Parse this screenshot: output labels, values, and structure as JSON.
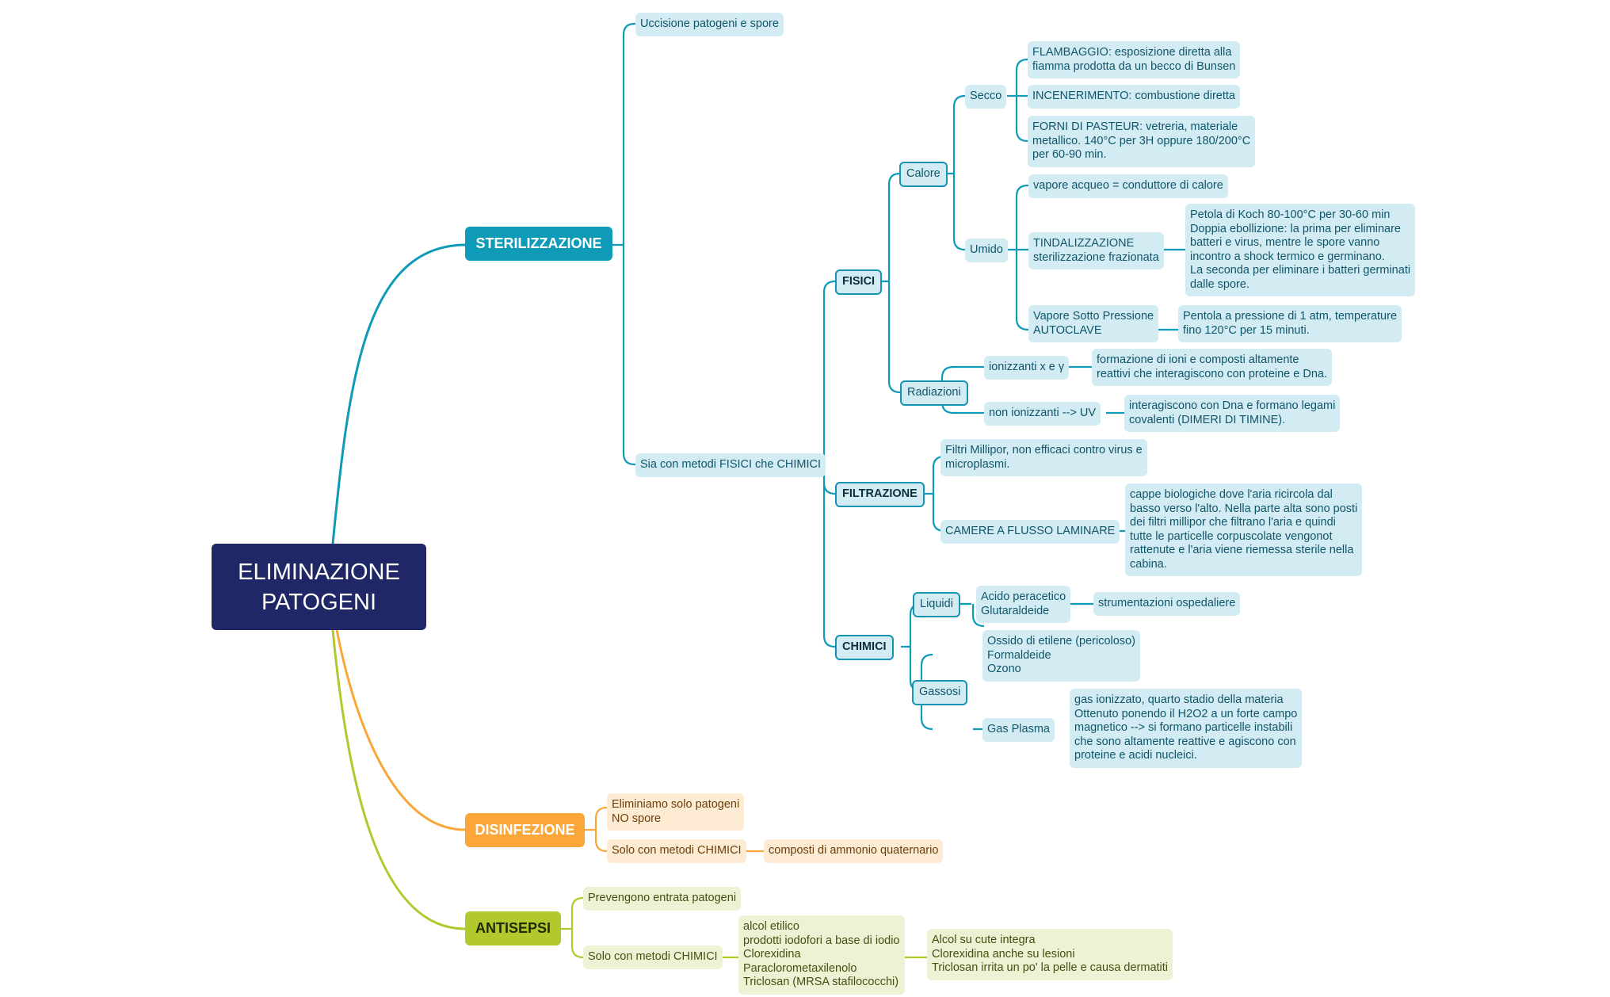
{
  "root": {
    "title": "ELIMINAZIONE PATOGENI"
  },
  "colors": {
    "root": "#1f2767",
    "sterilizzazione": "#0f9bb8",
    "disinfezione": "#faa638",
    "antisepsi": "#b2c82c"
  },
  "sterilizzazione": {
    "label": "STERILIZZAZIONE",
    "uccisione": "Uccisione patogeni e spore",
    "metodi": "Sia con metodi FISICI che CHIMICI",
    "fisici": {
      "label": "FISICI",
      "calore": {
        "label": "Calore",
        "secco": {
          "label": "Secco",
          "flambaggio": [
            "FLAMBAGGIO: esposizione diretta alla",
            "fiamma prodotta da un becco di Bunsen"
          ],
          "incenerimento": "INCENERIMENTO: combustione diretta",
          "forni": [
            "FORNI DI PASTEUR: vetreria, materiale",
            "metallico. 140°C per 3H oppure 180/200°C",
            "per 60-90 min."
          ]
        },
        "umido": {
          "label": "Umido",
          "vapore": "vapore acqueo = conduttore di calore",
          "tindalizzazione": [
            "TINDALIZZAZIONE",
            "sterilizzazione frazionata"
          ],
          "tindalizzazione_desc": [
            "Petola di Koch 80-100°C per 30-60 min",
            "Doppia ebollizione: la prima per eliminare",
            "batteri e virus, mentre le spore vanno",
            "incontro a shock termico e germinano.",
            "La seconda per eliminare i batteri germinati",
            "dalle spore."
          ],
          "autoclave": [
            "Vapore Sotto Pressione",
            "AUTOCLAVE"
          ],
          "autoclave_desc": [
            "Pentola a pressione di 1 atm, temperature",
            "fino 120°C per 15 minuti."
          ]
        }
      },
      "radiazioni": {
        "label": "Radiazioni",
        "ionizzanti": "ionizzanti x e γ",
        "ionizzanti_desc": [
          "formazione di ioni e composti altamente",
          "reattivi che interagiscono con proteine e Dna."
        ],
        "non_ionizzanti": "non ionizzanti --> UV",
        "non_ionizzanti_desc": [
          "interagiscono con Dna e formano legami",
          "covalenti (DIMERI DI TIMINE)."
        ]
      }
    },
    "filtrazione": {
      "label": "FILTRAZIONE",
      "millipor": [
        "Filtri Millipor, non efficaci contro virus e",
        "microplasmi."
      ],
      "camere": "CAMERE A FLUSSO LAMINARE",
      "camere_desc": [
        "cappe biologiche dove l'aria ricircola dal",
        "basso verso l'alto. Nella parte alta sono posti",
        "dei filtri millipor che filtrano l'aria e quindi",
        "tutte le particelle corpuscolate vengonot",
        "rattenute e l'aria viene riemessa  sterile nella",
        "cabina."
      ]
    },
    "chimici": {
      "label": "CHIMICI",
      "liquidi": {
        "label": "Liquidi",
        "agenti": [
          "Acido peracetico",
          "Glutaraldeide"
        ],
        "uso": "strumentazioni ospedaliere"
      },
      "gassosi": {
        "label": "Gassosi",
        "agenti": [
          "Ossido di etilene (pericoloso)",
          "Formaldeide",
          "Ozono"
        ],
        "plasma": "Gas Plasma",
        "plasma_desc": [
          "gas ionizzato, quarto stadio della materia",
          "Ottenuto ponendo il H2O2 a un forte campo",
          "magnetico --> si formano particelle instabili",
          "che sono altamente reattive e agiscono con",
          "proteine e acidi nucleici."
        ]
      }
    }
  },
  "disinfezione": {
    "label": "DISINFEZIONE",
    "elimina": [
      "Eliminiamo solo patogeni",
      "NO spore"
    ],
    "metodi": "Solo con metodi CHIMICI",
    "composti": "composti di ammonio quaternario"
  },
  "antisepsi": {
    "label": "ANTISEPSI",
    "previene": "Prevengono entrata patogeni",
    "metodi": "Solo con metodi CHIMICI",
    "agenti": [
      "alcol etilico",
      "prodotti iodofori a base di iodio",
      "Clorexidina",
      "Paraclorometaxilenolo",
      "Triclosan (MRSA stafilococchi)"
    ],
    "note": [
      "Alcol su cute integra",
      "Clorexidina anche su lesioni",
      "Triclosan irrita un po' la pelle e causa dermatiti"
    ]
  }
}
